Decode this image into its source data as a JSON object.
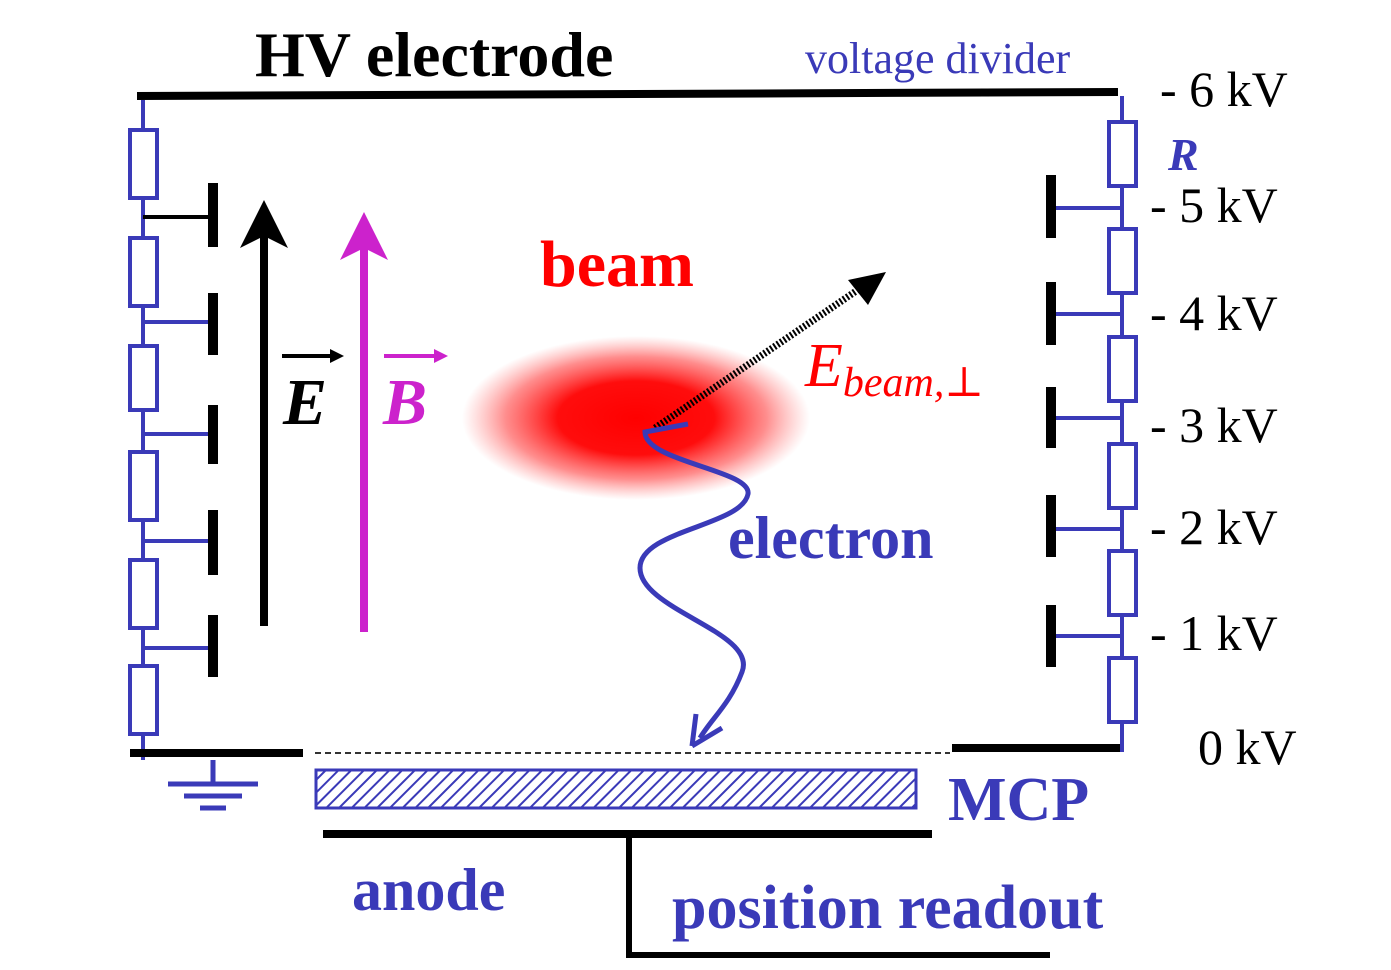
{
  "title": "HV electrode",
  "voltage_divider_label": "voltage divider",
  "resistor_label": "R",
  "voltages": [
    "- 6 kV",
    "- 5 kV",
    "- 4 kV",
    "- 3 kV",
    "- 2 kV",
    "- 1 kV",
    "0 kV"
  ],
  "field_labels": {
    "e": "E",
    "b": "B"
  },
  "beam_label": "beam",
  "beam_energy_label": {
    "base": "E",
    "sub": "beam,⊥"
  },
  "electron_label": "electron",
  "mcp_label": "MCP",
  "anode_label": "anode",
  "readout_label": "position readout",
  "colors": {
    "black": "#000000",
    "blue": "#3a3ab8",
    "red": "#ff0000",
    "magenta": "#cc22cc"
  },
  "icons": {
    "ground": "ground-symbol-icon",
    "resistor": "resistor-icon",
    "electrode": "electrode-plate-icon"
  }
}
